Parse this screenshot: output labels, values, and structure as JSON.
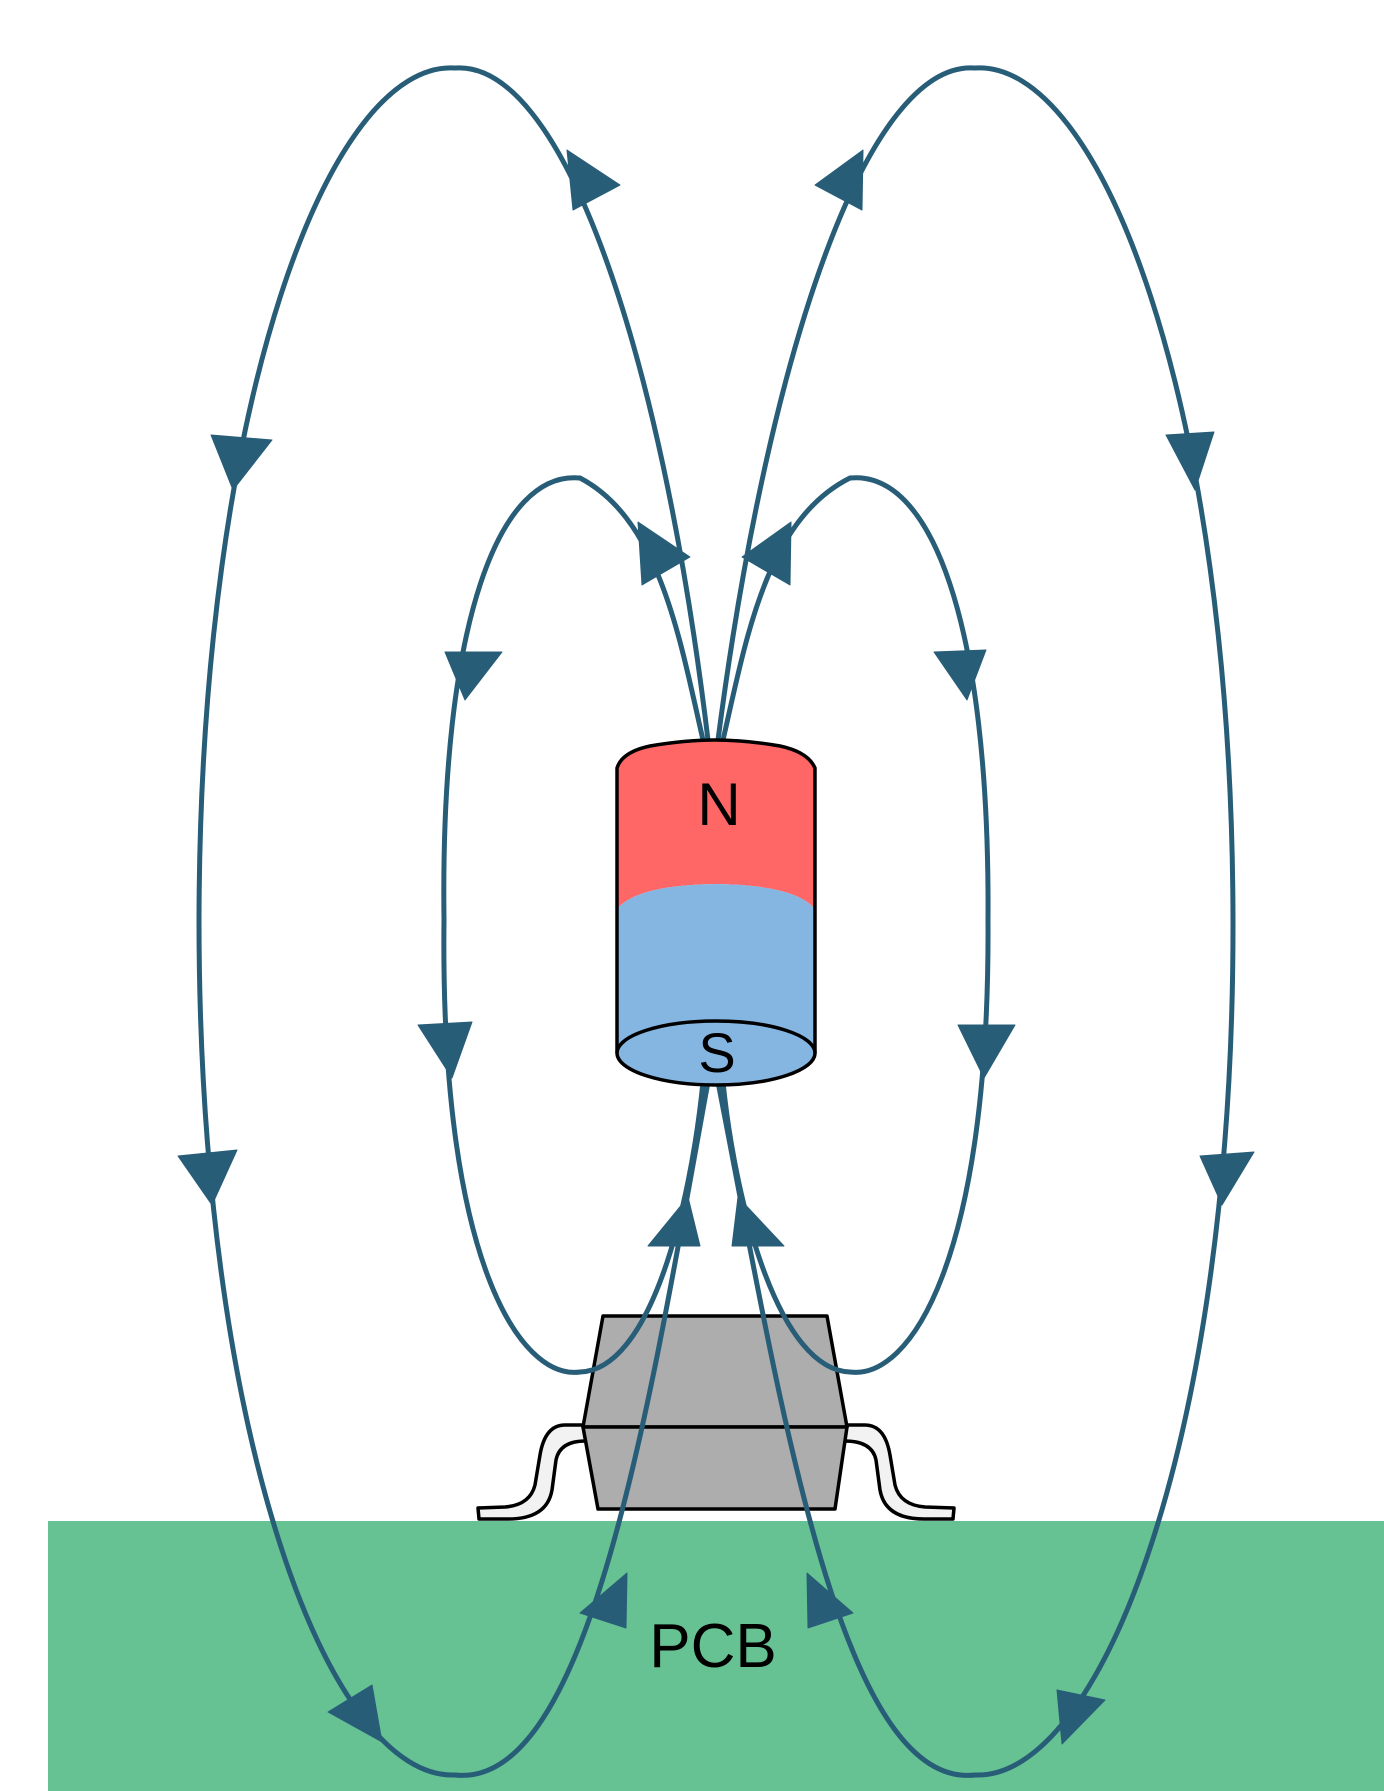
{
  "labels": {
    "north_pole": "N",
    "south_pole": "S",
    "board": "PCB"
  },
  "colors": {
    "background": "#ffffff",
    "field_line": "#285d78",
    "magnet_north": "#ff6666",
    "magnet_south": "#85b5e1",
    "sensor_body": "#adadad",
    "sensor_leads": "#f2f2f2",
    "pcb": "#66c293",
    "outline": "#000000"
  }
}
